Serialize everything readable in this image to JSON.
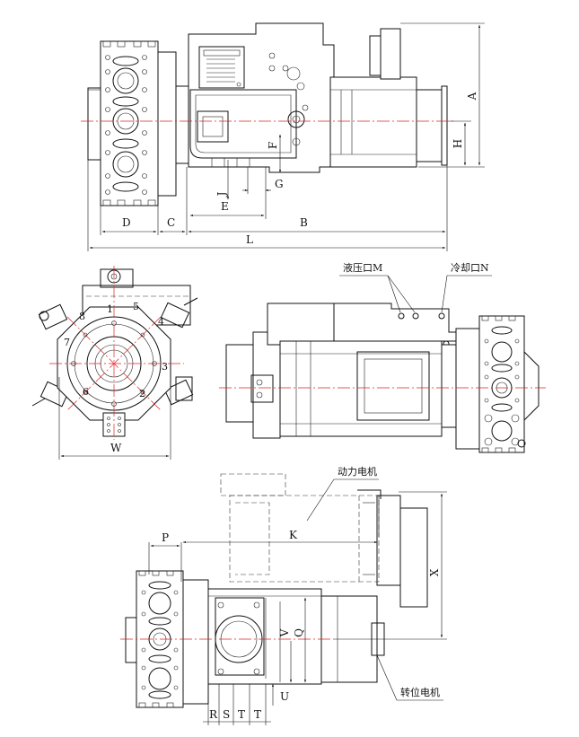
{
  "view_top": {
    "dimensions": {
      "A": "A",
      "B": "B",
      "C": "C",
      "D": "D",
      "E": "E",
      "F": "F",
      "G": "G",
      "H": "H",
      "J": "J",
      "L": "L"
    }
  },
  "view_front": {
    "dimensions": {
      "W": "W"
    },
    "station_numbers": [
      "1",
      "2",
      "3",
      "4",
      "5",
      "6",
      "7",
      "8"
    ]
  },
  "view_side": {
    "callouts": {
      "hydraulic_port": "液压口M",
      "coolant_port": "冷却口N"
    }
  },
  "view_bottom": {
    "dimensions": {
      "K": "K",
      "P": "P",
      "Q": "Q",
      "R": "R",
      "S": "S",
      "T1": "T",
      "T2": "T",
      "U": "U",
      "V": "V",
      "X": "X"
    },
    "callouts": {
      "power_motor": "动力电机",
      "indexing_motor": "转位电机"
    }
  }
}
